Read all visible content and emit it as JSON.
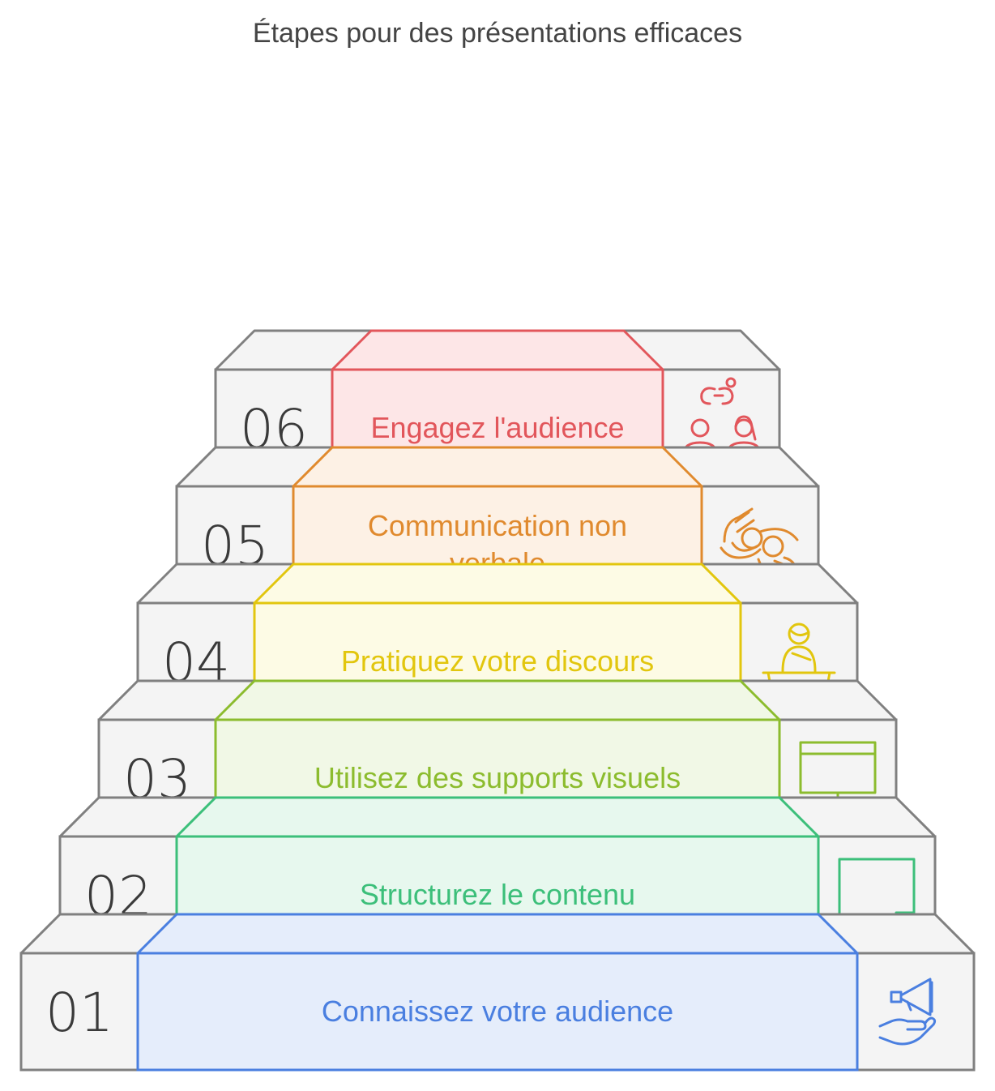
{
  "title": "Étapes pour des présentations efficaces",
  "steps": [
    {
      "number": "01",
      "label_lines": [
        "Connaissez votre audience"
      ],
      "color": "#4a7fe0",
      "fill": "#e5edfb",
      "icon": "megaphone-hand-icon"
    },
    {
      "number": "02",
      "label_lines": [
        "Structurez le contenu"
      ],
      "color": "#3cbf7a",
      "fill": "#e7f8ee",
      "icon": "sticky-note-icon"
    },
    {
      "number": "03",
      "label_lines": [
        "Utilisez des supports visuels"
      ],
      "color": "#8cbc2e",
      "fill": "#f1f8e6",
      "icon": "presentation-board-icon"
    },
    {
      "number": "04",
      "label_lines": [
        "Pratiquez votre discours"
      ],
      "color": "#e2c60e",
      "fill": "#fdfbe5",
      "icon": "speaker-podium-icon"
    },
    {
      "number": "05",
      "label_lines": [
        "Communication non",
        "verbale"
      ],
      "color": "#e08a2e",
      "fill": "#fdf1e5",
      "icon": "gesture-hands-icon"
    },
    {
      "number": "06",
      "label_lines": [
        "Engagez l'audience"
      ],
      "color": "#e2565b",
      "fill": "#fde6e7",
      "icon": "audience-people-icon"
    }
  ]
}
